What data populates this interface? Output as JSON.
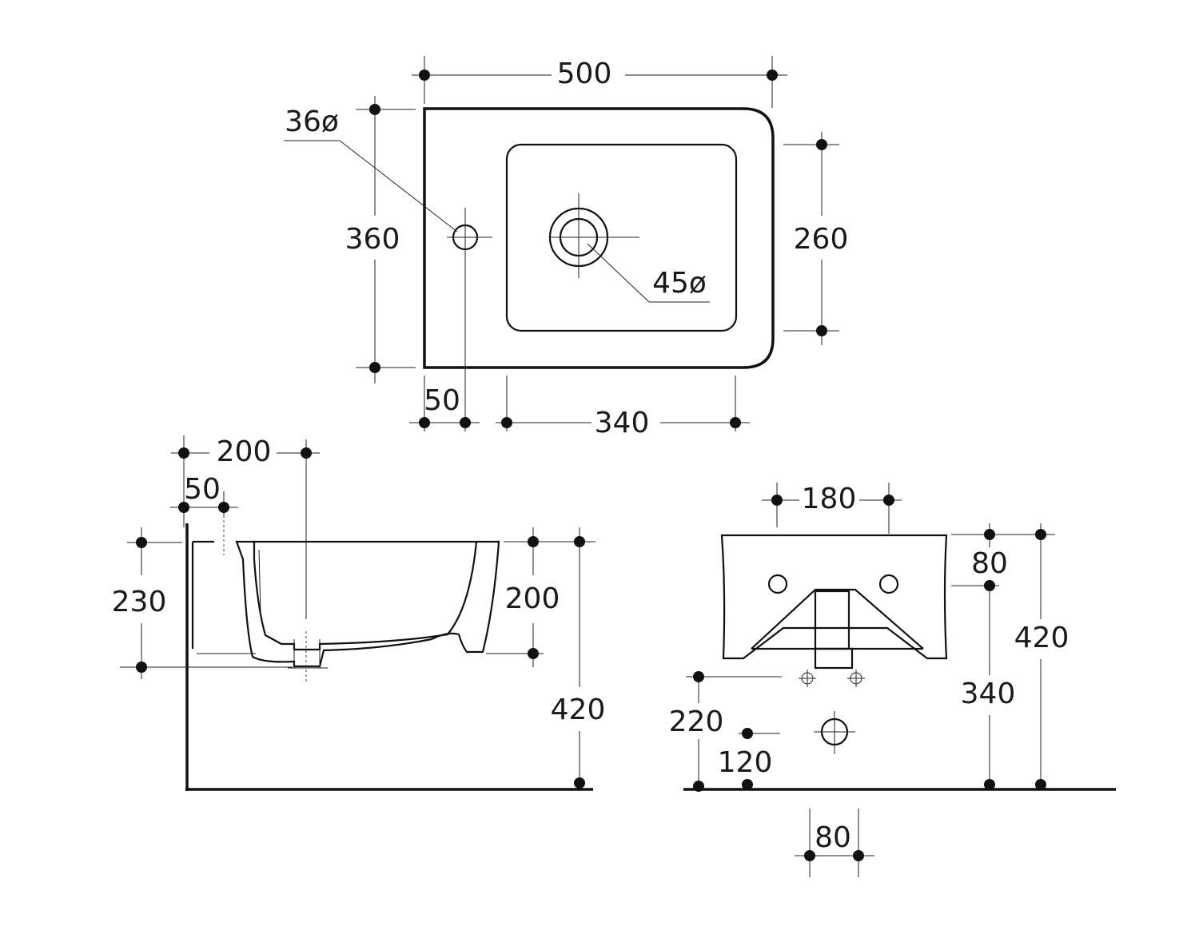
{
  "top_view": {
    "width_label": "500",
    "depth_label": "360",
    "basin_depth_label": "260",
    "tap_offset_label": "50",
    "basin_width_label": "340",
    "tap_hole_label": "36ø",
    "drain_label": "45ø"
  },
  "side_view": {
    "drain_offset_label": "200",
    "wall_offset_label": "50",
    "height_label": "230",
    "bowl_height_label": "200",
    "mount_height_label": "420"
  },
  "front_view": {
    "holes_spacing_label": "180",
    "bracket_label": "80",
    "total_height_label": "420",
    "bracket_height_label": "340",
    "waste_height_label": "220",
    "drain_height_label": "120",
    "pipe_spacing_label": "80"
  }
}
